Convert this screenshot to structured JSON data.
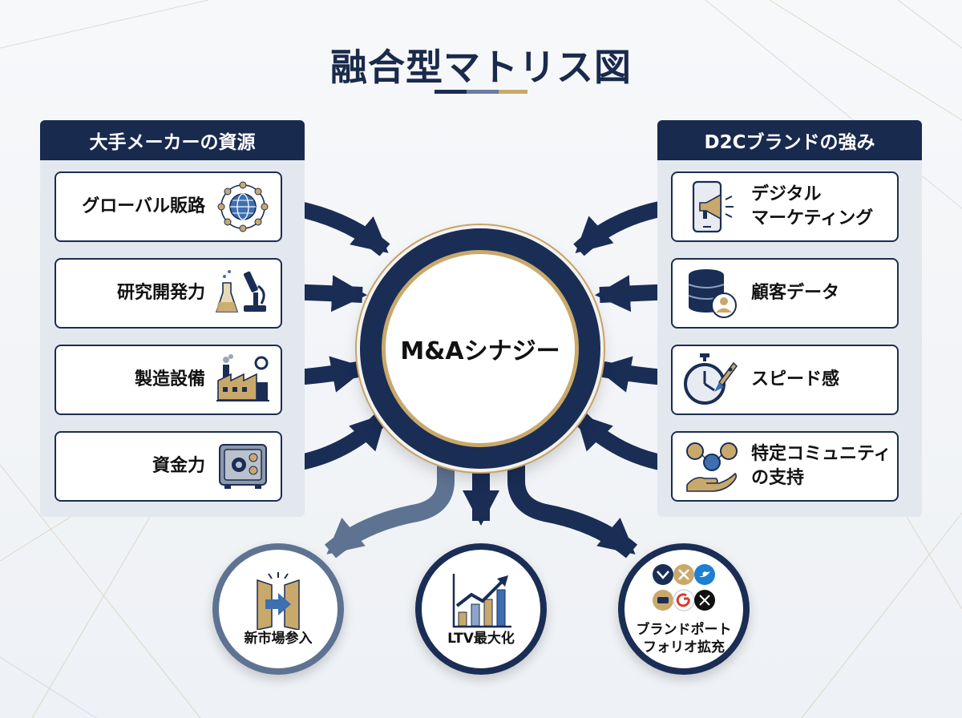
{
  "title": "融合型マトリス図",
  "left_panel": {
    "header": "大手メーカーの資源",
    "items": [
      {
        "label": "グローバル販路",
        "icon": "globe-network-icon"
      },
      {
        "label": "研究開発力",
        "icon": "microscope-flask-icon"
      },
      {
        "label": "製造設備",
        "icon": "factory-icon"
      },
      {
        "label": "資金力",
        "icon": "safe-icon"
      }
    ]
  },
  "right_panel": {
    "header": "D2Cブランドの強み",
    "items": [
      {
        "label_line1": "デジタル",
        "label_line2": "マーケティング",
        "icon": "phone-megaphone-icon"
      },
      {
        "label_line1": "顧客データ",
        "label_line2": "",
        "icon": "database-user-icon"
      },
      {
        "label_line1": "スピード感",
        "label_line2": "",
        "icon": "stopwatch-rocket-icon"
      },
      {
        "label_line1": "特定コミュニティ",
        "label_line2": "の支持",
        "icon": "community-hand-icon"
      }
    ]
  },
  "center": {
    "label": "M&Aシナジー"
  },
  "outcomes": [
    {
      "label_line1": "新市場参入",
      "label_line2": "",
      "icon": "door-arrow-icon"
    },
    {
      "label_line1": "LTV最大化",
      "label_line2": "",
      "icon": "growth-chart-icon"
    },
    {
      "label_line1": "ブランドポート",
      "label_line2": "フォリオ拡充",
      "icon": "brand-logos-icon"
    }
  ],
  "colors": {
    "navy": "#1a2d55",
    "gold": "#c9a96b",
    "slate": "#5e7391",
    "panel": "#e3e8ef"
  }
}
